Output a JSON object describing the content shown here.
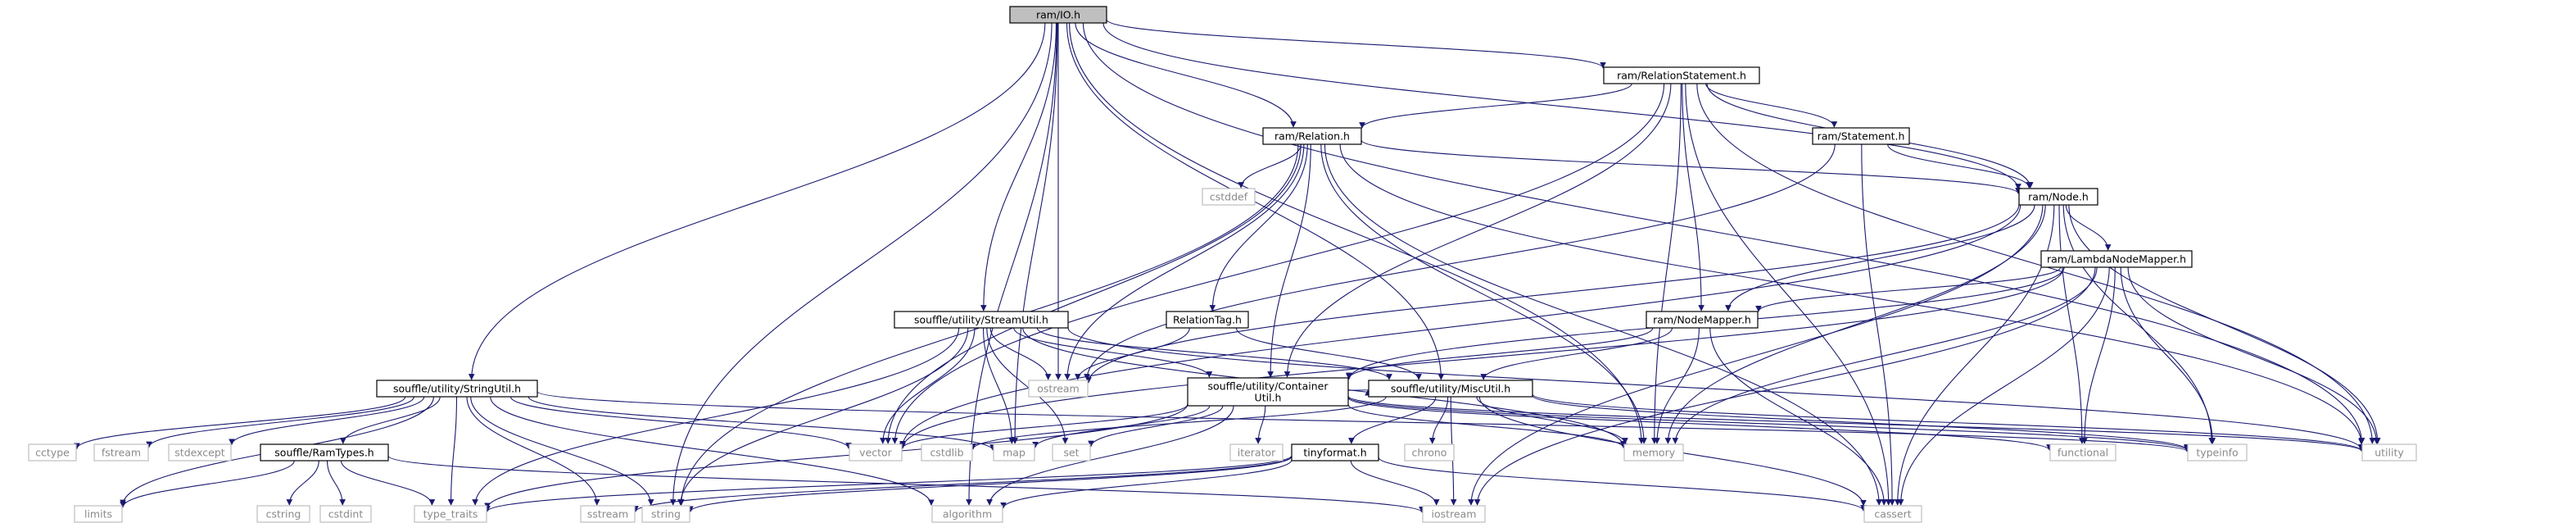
{
  "graph": {
    "nodes": [
      {
        "id": "io",
        "label": "ram/IO.h",
        "kind": "root"
      },
      {
        "id": "relstmt",
        "label": "ram/RelationStatement.h",
        "kind": "internal"
      },
      {
        "id": "relation",
        "label": "ram/Relation.h",
        "kind": "internal"
      },
      {
        "id": "statement",
        "label": "ram/Statement.h",
        "kind": "internal"
      },
      {
        "id": "node",
        "label": "ram/Node.h",
        "kind": "internal"
      },
      {
        "id": "lambdanm",
        "label": "ram/LambdaNodeMapper.h",
        "kind": "internal"
      },
      {
        "id": "nodemapper",
        "label": "ram/NodeMapper.h",
        "kind": "internal"
      },
      {
        "id": "reltag",
        "label": "RelationTag.h",
        "kind": "internal"
      },
      {
        "id": "streamutil",
        "label": "souffle/utility/StreamUtil.h",
        "kind": "internal"
      },
      {
        "id": "stringutil",
        "label": "souffle/utility/StringUtil.h",
        "kind": "internal"
      },
      {
        "id": "containerutil",
        "label": "souffle/utility/Container\nUtil.h",
        "kind": "internal"
      },
      {
        "id": "miscutil",
        "label": "souffle/utility/MiscUtil.h",
        "kind": "internal"
      },
      {
        "id": "ramtypes",
        "label": "souffle/RamTypes.h",
        "kind": "internal"
      },
      {
        "id": "tinyformat",
        "label": "tinyformat.h",
        "kind": "internal"
      },
      {
        "id": "cstddef",
        "label": "cstddef",
        "kind": "external"
      },
      {
        "id": "ostream",
        "label": "ostream",
        "kind": "external"
      },
      {
        "id": "memory",
        "label": "memory",
        "kind": "external"
      },
      {
        "id": "vector",
        "label": "vector",
        "kind": "external"
      },
      {
        "id": "utility",
        "label": "utility",
        "kind": "external"
      },
      {
        "id": "cassert",
        "label": "cassert",
        "kind": "external"
      },
      {
        "id": "functional",
        "label": "functional",
        "kind": "external"
      },
      {
        "id": "typeinfo",
        "label": "typeinfo",
        "kind": "external"
      },
      {
        "id": "cctype",
        "label": "cctype",
        "kind": "external"
      },
      {
        "id": "fstream",
        "label": "fstream",
        "kind": "external"
      },
      {
        "id": "stdexcept",
        "label": "stdexcept",
        "kind": "external"
      },
      {
        "id": "cstdlib",
        "label": "cstdlib",
        "kind": "external"
      },
      {
        "id": "map",
        "label": "map",
        "kind": "external"
      },
      {
        "id": "set",
        "label": "set",
        "kind": "external"
      },
      {
        "id": "iterator",
        "label": "iterator",
        "kind": "external"
      },
      {
        "id": "chrono",
        "label": "chrono",
        "kind": "external"
      },
      {
        "id": "limits",
        "label": "limits",
        "kind": "external"
      },
      {
        "id": "cstring",
        "label": "cstring",
        "kind": "external"
      },
      {
        "id": "cstdint",
        "label": "cstdint",
        "kind": "external"
      },
      {
        "id": "type_traits",
        "label": "type_traits",
        "kind": "external"
      },
      {
        "id": "sstream",
        "label": "sstream",
        "kind": "external"
      },
      {
        "id": "string",
        "label": "string",
        "kind": "external"
      },
      {
        "id": "algorithm",
        "label": "algorithm",
        "kind": "external"
      },
      {
        "id": "iostream",
        "label": "iostream",
        "kind": "external"
      }
    ],
    "edges": [
      [
        "io",
        "relstmt"
      ],
      [
        "io",
        "relation"
      ],
      [
        "io",
        "node"
      ],
      [
        "io",
        "streamutil"
      ],
      [
        "io",
        "stringutil"
      ],
      [
        "io",
        "miscutil"
      ],
      [
        "io",
        "ostream"
      ],
      [
        "io",
        "memory"
      ],
      [
        "io",
        "utility"
      ],
      [
        "io",
        "map"
      ],
      [
        "io",
        "string"
      ],
      [
        "io",
        "algorithm"
      ],
      [
        "relstmt",
        "relation"
      ],
      [
        "relstmt",
        "statement"
      ],
      [
        "relstmt",
        "node"
      ],
      [
        "relstmt",
        "nodemapper"
      ],
      [
        "relstmt",
        "containerutil"
      ],
      [
        "relstmt",
        "memory"
      ],
      [
        "relstmt",
        "utility"
      ],
      [
        "relstmt",
        "cassert"
      ],
      [
        "relstmt",
        "vector"
      ],
      [
        "relation",
        "node"
      ],
      [
        "relation",
        "reltag"
      ],
      [
        "relation",
        "cstddef"
      ],
      [
        "relation",
        "ostream"
      ],
      [
        "relation",
        "containerutil"
      ],
      [
        "relation",
        "memory"
      ],
      [
        "relation",
        "utility"
      ],
      [
        "relation",
        "cassert"
      ],
      [
        "relation",
        "vector"
      ],
      [
        "relation",
        "string"
      ],
      [
        "statement",
        "node"
      ],
      [
        "statement",
        "ostream"
      ],
      [
        "statement",
        "cassert"
      ],
      [
        "node",
        "lambdanm"
      ],
      [
        "node",
        "nodemapper"
      ],
      [
        "node",
        "ostream"
      ],
      [
        "node",
        "memory"
      ],
      [
        "node",
        "utility"
      ],
      [
        "node",
        "functional"
      ],
      [
        "node",
        "typeinfo"
      ],
      [
        "node",
        "cassert"
      ],
      [
        "node",
        "iostream"
      ],
      [
        "node",
        "vector"
      ],
      [
        "lambdanm",
        "nodemapper"
      ],
      [
        "lambdanm",
        "containerutil"
      ],
      [
        "lambdanm",
        "memory"
      ],
      [
        "lambdanm",
        "utility"
      ],
      [
        "lambdanm",
        "cassert"
      ],
      [
        "lambdanm",
        "functional"
      ],
      [
        "lambdanm",
        "typeinfo"
      ],
      [
        "lambdanm",
        "iostream"
      ],
      [
        "lambdanm",
        "vector"
      ],
      [
        "nodemapper",
        "containerutil"
      ],
      [
        "nodemapper",
        "miscutil"
      ],
      [
        "nodemapper",
        "memory"
      ],
      [
        "nodemapper",
        "cassert"
      ],
      [
        "reltag",
        "ostream"
      ],
      [
        "reltag",
        "miscutil"
      ],
      [
        "streamutil",
        "containerutil"
      ],
      [
        "streamutil",
        "miscutil"
      ],
      [
        "streamutil",
        "ostream"
      ],
      [
        "streamutil",
        "memory"
      ],
      [
        "streamutil",
        "utility"
      ],
      [
        "streamutil",
        "map"
      ],
      [
        "streamutil",
        "set"
      ],
      [
        "streamutil",
        "vector"
      ],
      [
        "streamutil",
        "string"
      ],
      [
        "streamutil",
        "type_traits"
      ],
      [
        "stringutil",
        "cctype"
      ],
      [
        "stringutil",
        "fstream"
      ],
      [
        "stringutil",
        "stdexcept"
      ],
      [
        "stringutil",
        "ramtypes"
      ],
      [
        "stringutil",
        "limits"
      ],
      [
        "stringutil",
        "type_traits"
      ],
      [
        "stringutil",
        "sstream"
      ],
      [
        "stringutil",
        "string"
      ],
      [
        "stringutil",
        "algorithm"
      ],
      [
        "stringutil",
        "vector"
      ],
      [
        "stringutil",
        "map"
      ],
      [
        "stringutil",
        "typeinfo"
      ],
      [
        "ramtypes",
        "cstring"
      ],
      [
        "ramtypes",
        "cstdint"
      ],
      [
        "ramtypes",
        "limits"
      ],
      [
        "ramtypes",
        "type_traits"
      ],
      [
        "ramtypes",
        "iostream"
      ],
      [
        "containerutil",
        "miscutil"
      ],
      [
        "containerutil",
        "memory"
      ],
      [
        "containerutil",
        "functional"
      ],
      [
        "containerutil",
        "typeinfo"
      ],
      [
        "containerutil",
        "utility"
      ],
      [
        "containerutil",
        "vector"
      ],
      [
        "containerutil",
        "map"
      ],
      [
        "containerutil",
        "set"
      ],
      [
        "containerutil",
        "iterator"
      ],
      [
        "containerutil",
        "type_traits"
      ],
      [
        "containerutil",
        "algorithm"
      ],
      [
        "miscutil",
        "tinyformat"
      ],
      [
        "miscutil",
        "chrono"
      ],
      [
        "miscutil",
        "memory"
      ],
      [
        "miscutil",
        "utility"
      ],
      [
        "miscutil",
        "cassert"
      ],
      [
        "miscutil",
        "iostream"
      ],
      [
        "miscutil",
        "cstdlib"
      ],
      [
        "miscutil",
        "typeinfo"
      ],
      [
        "tinyformat",
        "cassert"
      ],
      [
        "tinyformat",
        "iostream"
      ],
      [
        "tinyformat",
        "sstream"
      ],
      [
        "tinyformat",
        "string"
      ],
      [
        "tinyformat",
        "algorithm"
      ],
      [
        "tinyformat",
        "type_traits"
      ]
    ]
  }
}
